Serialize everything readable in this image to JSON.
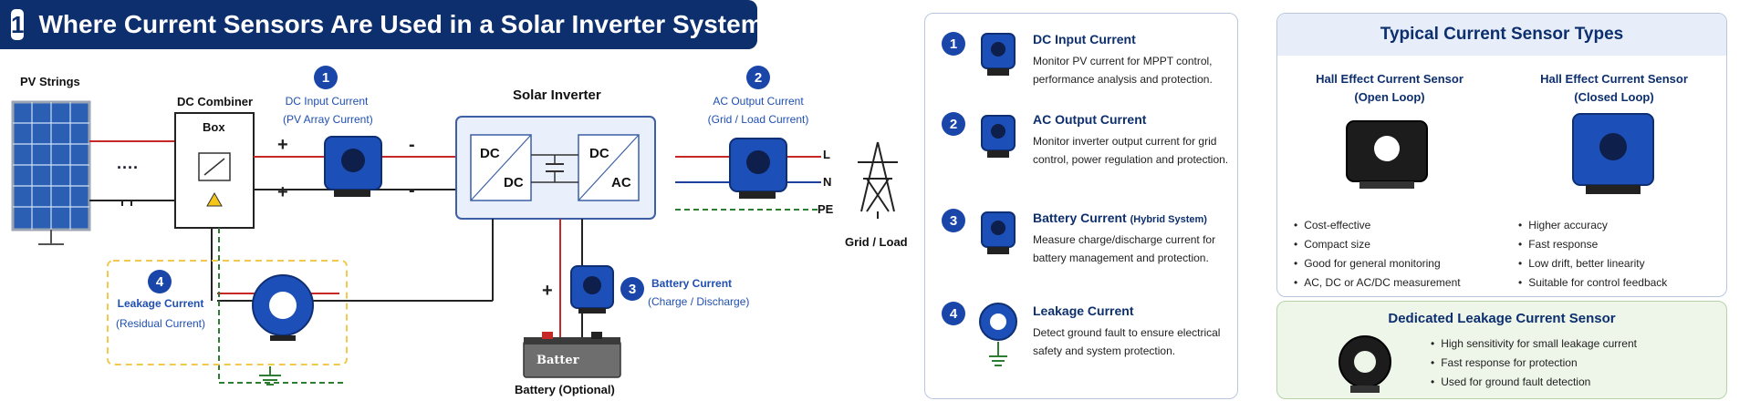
{
  "title": {
    "number": "1",
    "text": "Where Current Sensors Are Used in a Solar Inverter System"
  },
  "diagram": {
    "pv_strings": "PV Strings",
    "dc_combiner": "DC Combiner",
    "box": "Box",
    "dots": "····",
    "solar_inverter": "Solar Inverter",
    "dc_dc_top": "DC",
    "dc_dc_bottom": "DC",
    "dc_ac_top": "DC",
    "dc_ac_bottom": "AC",
    "plus": "+",
    "minus": "-",
    "terminal_l": "L",
    "terminal_n": "N",
    "terminal_pe": "PE",
    "grid_load": "Grid / Load",
    "battery_brand": "Batter",
    "battery_label": "Battery (Optional)",
    "points": [
      {
        "num": "1",
        "line1": "DC Input Current",
        "line2": "(PV Array Current)"
      },
      {
        "num": "2",
        "line1": "AC Output Current",
        "line2": "(Grid / Load Current)"
      },
      {
        "num": "3",
        "line1": "Battery Current",
        "line2": "(Charge / Discharge)"
      },
      {
        "num": "4",
        "line1": "Leakage Current",
        "line2": "(Residual Current)"
      }
    ]
  },
  "legend": [
    {
      "num": "1",
      "title": "DC Input Current",
      "note": "",
      "desc": "Monitor PV current for MPPT control, performance analysis and protection."
    },
    {
      "num": "2",
      "title": "AC Output Current",
      "note": "",
      "desc": "Monitor inverter output current for grid control, power regulation and protection."
    },
    {
      "num": "3",
      "title": "Battery Current",
      "note": "(Hybrid System)",
      "desc": "Measure charge/discharge current for battery management and protection."
    },
    {
      "num": "4",
      "title": "Leakage Current",
      "note": "",
      "desc": "Detect ground fault to ensure electrical safety and system protection."
    }
  ],
  "sensor_types": {
    "heading": "Typical Current Sensor Types",
    "open_loop": {
      "title1": "Hall Effect Current Sensor",
      "title2": "(Open Loop)",
      "bullets": [
        "Cost-effective",
        "Compact size",
        "Good for general monitoring",
        "AC, DC or AC/DC measurement"
      ]
    },
    "closed_loop": {
      "title1": "Hall Effect Current Sensor",
      "title2": "(Closed Loop)",
      "bullets": [
        "Higher accuracy",
        "Fast response",
        "Low drift, better linearity",
        "Suitable for control feedback"
      ]
    }
  },
  "leakage_sensor": {
    "heading": "Dedicated Leakage Current Sensor",
    "bullets": [
      "High sensitivity for small leakage current",
      "Fast response for protection",
      "Used for ground fault detection"
    ]
  },
  "colors": {
    "navy": "#0d2f6e",
    "badge": "#1946a8",
    "sensor_blue": "#1d4fb8",
    "dc_red": "#c62828",
    "ac_blue": "#1f3f9e",
    "ground_green": "#2e7d32"
  }
}
